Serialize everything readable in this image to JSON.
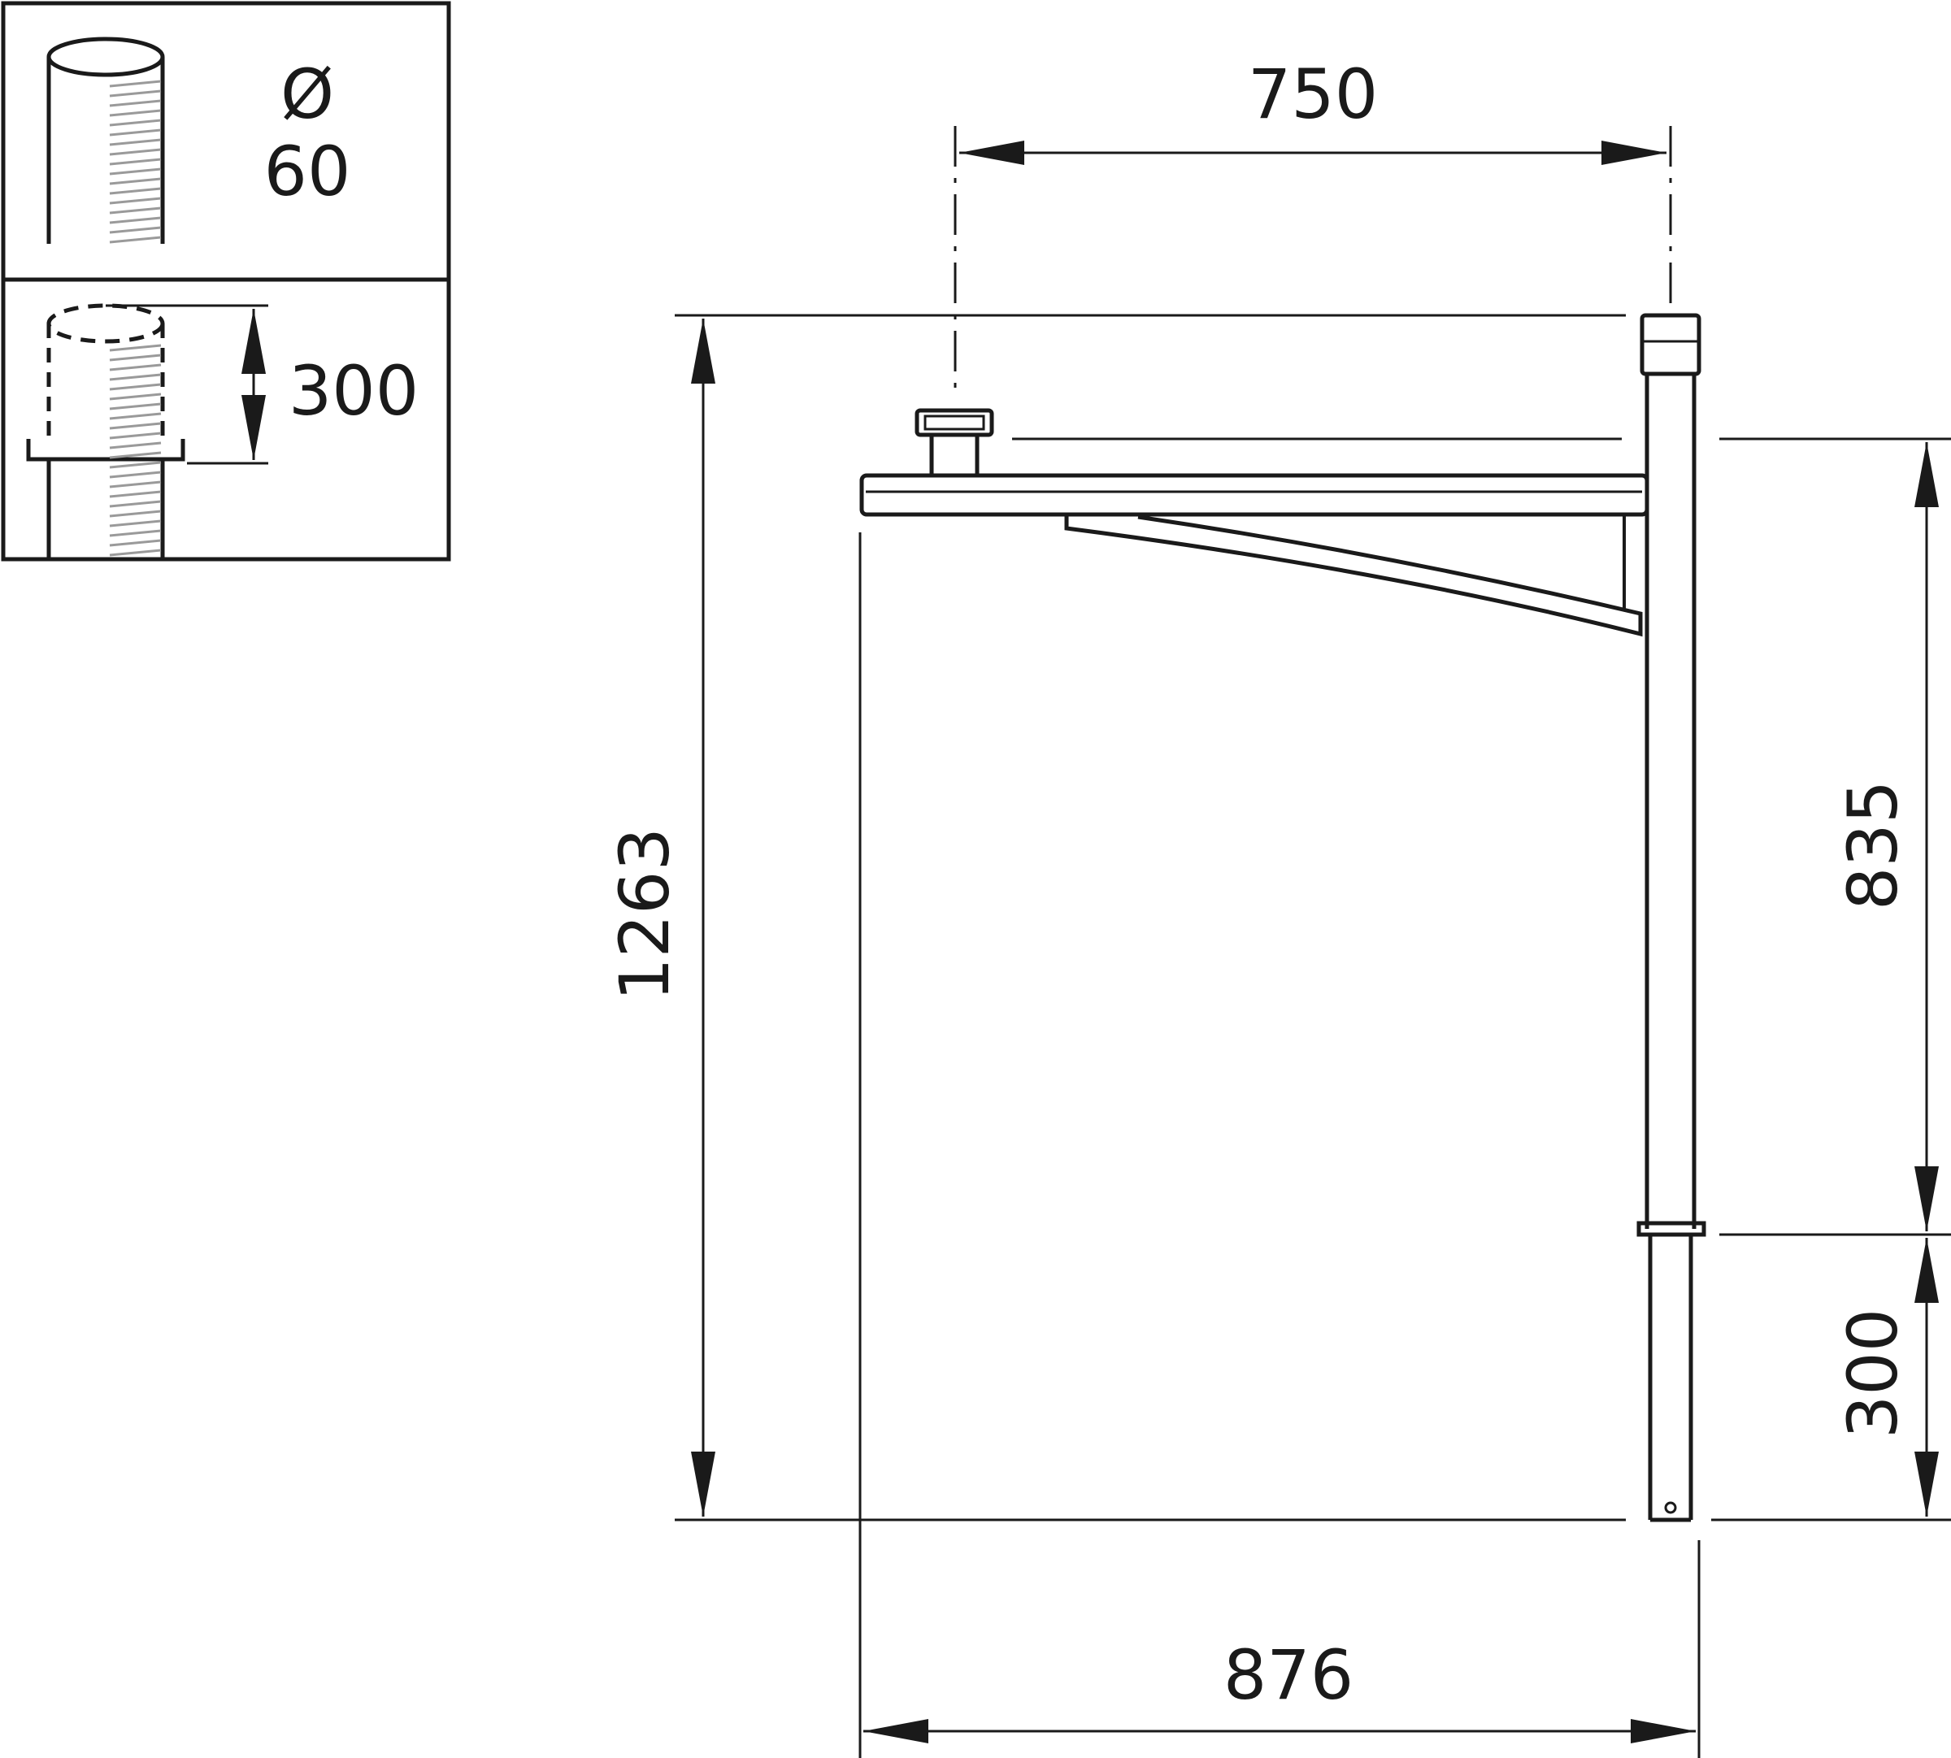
{
  "inset_top": {
    "symbol": "Ø",
    "diameter": "60"
  },
  "inset_bottom": {
    "depth": "300"
  },
  "dimensions": {
    "arm_reach": "750",
    "total_height": "1263",
    "pole_height": "835",
    "embed_depth": "300",
    "total_width": "876"
  },
  "colors": {
    "ink": "#1a1a1a",
    "hatch": "#9a9a9a",
    "background": "#ffffff"
  }
}
